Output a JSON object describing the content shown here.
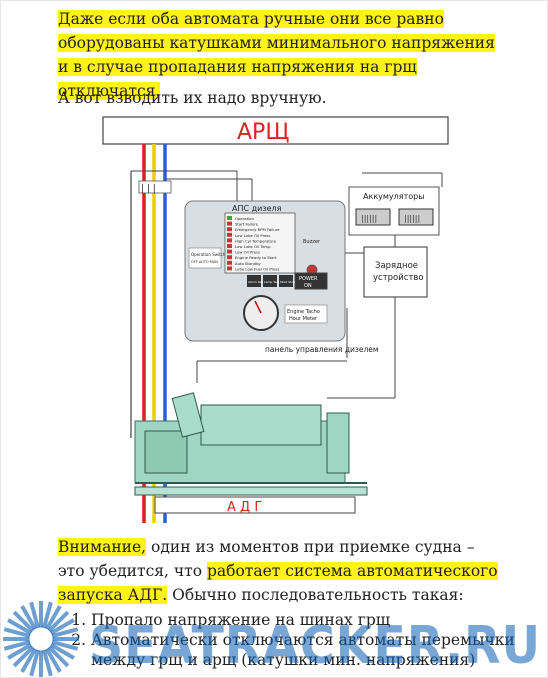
{
  "intro": {
    "highlight": "Даже если оба автомата ручные они все равно оборудованы катушками минимального напряжения и в случае пропадания напряжения на грщ отключатся."
  },
  "line2": "А вот взводить их надо вручную.",
  "diagram": {
    "arsh_label": "АРЩ",
    "adg_label": "А Д Г",
    "panel_title": "АПС дизеля",
    "batteries_label": "Аккумуляторы",
    "charger_label_1": "Зарядное",
    "charger_label_2": "устройство",
    "panel_caption": "панель управления дизелем",
    "status_items": [
      "Operation",
      "Start Failure",
      "Emergency RPM Failure",
      "Low Lube Oil Press",
      "High Cyl Temperature",
      "Low Lube Oil Temp",
      "Low Oil Press",
      "Engine Ready to Start",
      "Auto Standby",
      "Lube Low Fuel Oil Press"
    ],
    "switch_label_1": "Operation Switch",
    "switch_label_2": "OFF AUTO MAN",
    "buzzer_label": "Buzzer",
    "power_label_1": "POWER",
    "power_label_2": "ON",
    "tacho_label_1": "Engine Tacho",
    "tacho_label_2": "Hour Meter",
    "buttons": [
      "Alarm Reset",
      "Lamp Test",
      "Start Stop"
    ]
  },
  "para3": {
    "hl1": "Внимание,",
    "t1": " один из моментов при приемке судна – это убедится, что ",
    "hl2": "работает система автоматического запуска АДГ.",
    "t2": " Обычно последовательность такая:"
  },
  "steps": [
    "Пропало напряжение на шинах грщ",
    "Автоматически отключаются автоматы перемычки",
    "между грщ и арщ (катушки мин. напряжения)"
  ],
  "watermark": {
    "text": "SEATRACKER.RU"
  },
  "colors": {
    "highlight": "#fff21a",
    "red_wire": "#e02020",
    "yellow_wire": "#e8d000",
    "blue_wire": "#2a5fd0",
    "watermark_blue": "#0b5fb3"
  }
}
